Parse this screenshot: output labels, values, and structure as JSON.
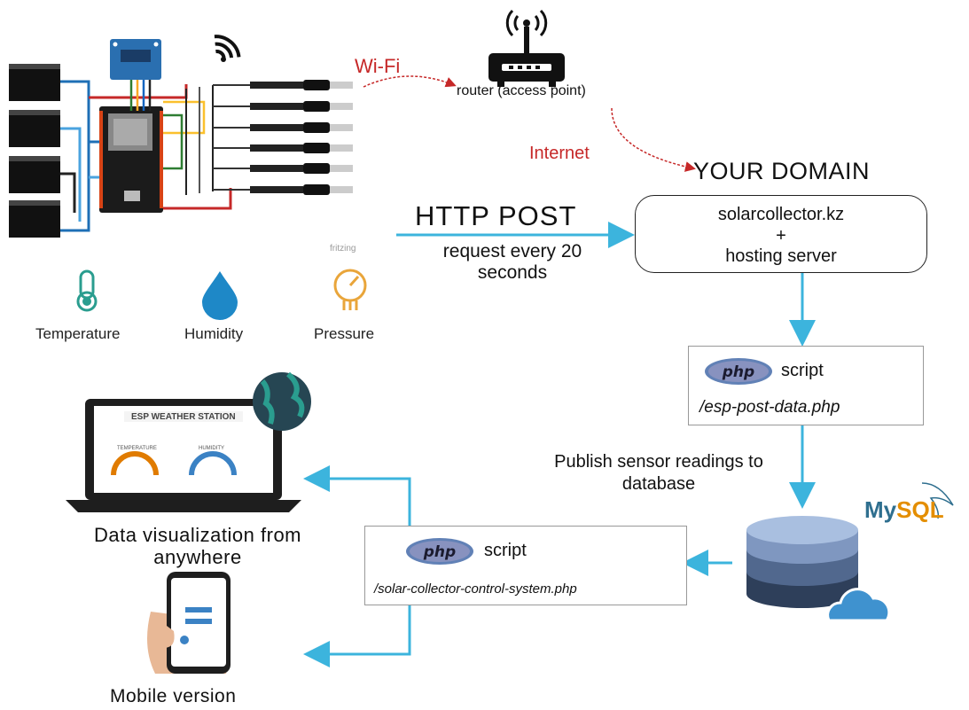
{
  "wifi_label": "Wi-Fi",
  "router_label": "router (access point)",
  "internet_label": "Internet",
  "domain_label": "YOUR DOMAIN",
  "http_label": "HTTP POST",
  "request_label": "request every 20 seconds",
  "server": {
    "line1": "solarcollector.kz",
    "line2": "+",
    "line3": "hosting server"
  },
  "php_top": {
    "logo": "php",
    "label": "script",
    "path": "/esp-post-data.php"
  },
  "php_bottom": {
    "logo": "php",
    "label": "script",
    "path": "/solar-collector-control-system.php"
  },
  "publish_label": "Publish sensor readings to database",
  "mysql": {
    "my": "My",
    "sql": "SQL"
  },
  "sensors": [
    {
      "label": "Temperature",
      "icon": "thermometer-icon",
      "color": "#2a9d8f"
    },
    {
      "label": "Humidity",
      "icon": "droplet-icon",
      "color": "#1e88c7"
    },
    {
      "label": "Pressure",
      "icon": "gauge-icon",
      "color": "#e9a53a"
    }
  ],
  "dataviz_label": "Data visualization from anywhere",
  "mobile_label": "Mobile version",
  "laptop_screen_title": "ESP WEATHER STATION",
  "laptop_gauges": [
    "TEMPERATURE",
    "HUMIDITY"
  ],
  "fritzing_label": "fritzing",
  "colors": {
    "arrow": "#3cb4dd",
    "red_accent": "#c62828",
    "mysql_blue": "#2f6f8f",
    "mysql_orange": "#e48e00"
  }
}
